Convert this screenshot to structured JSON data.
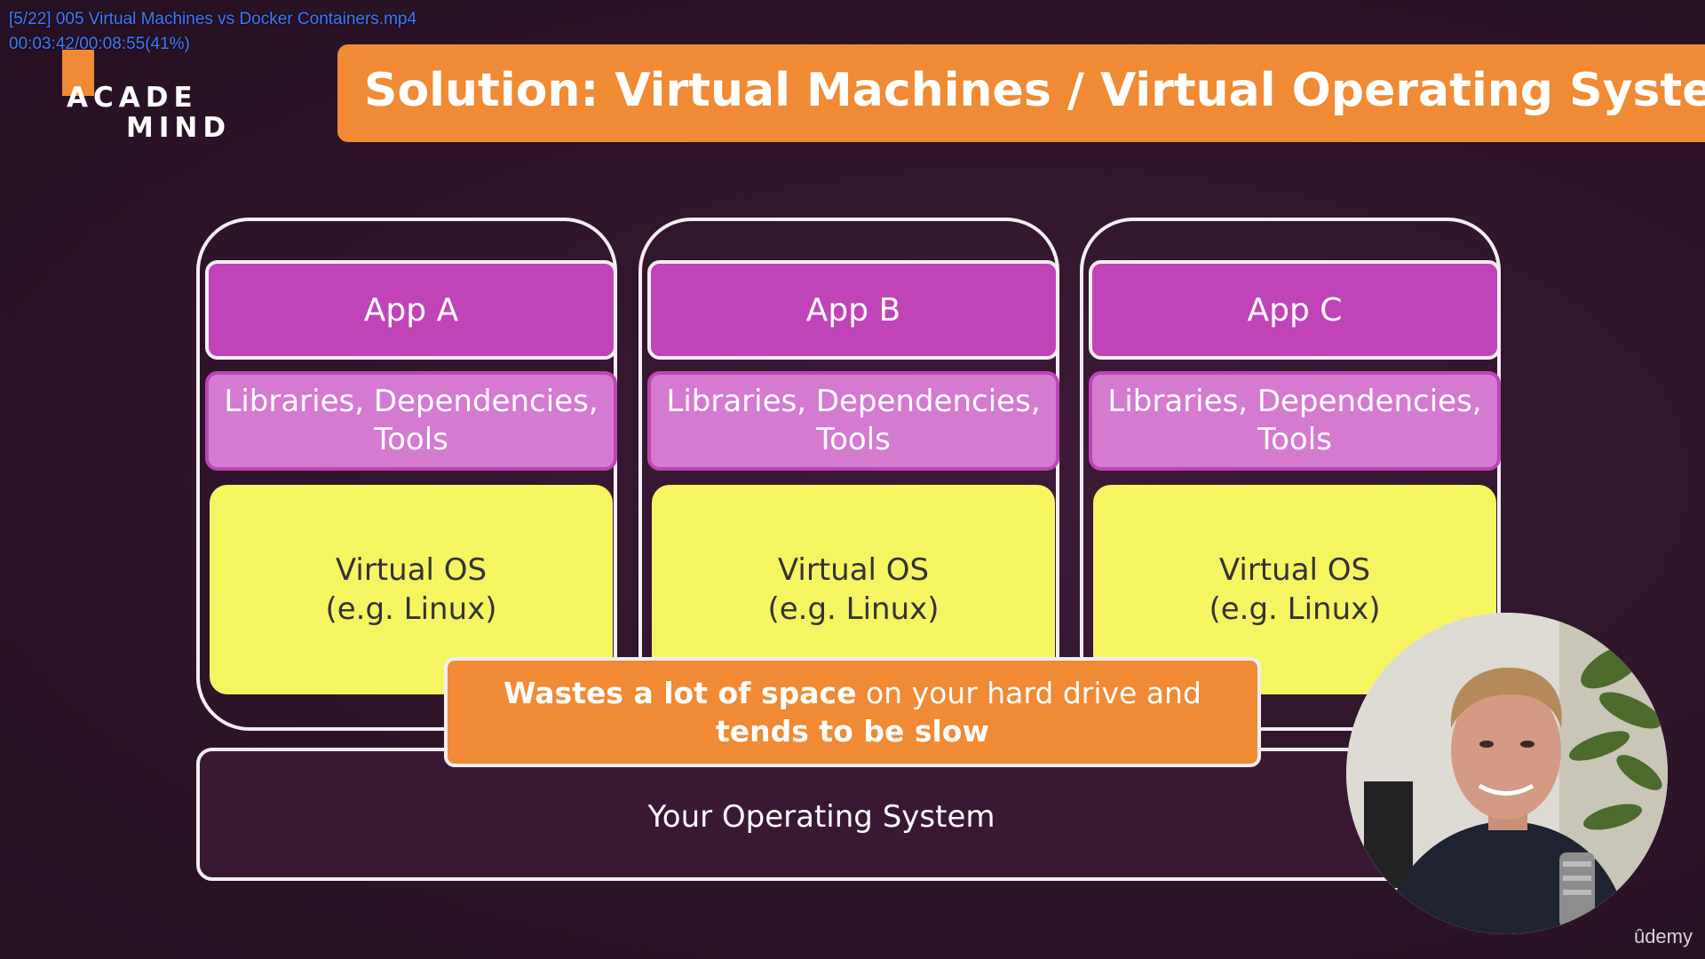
{
  "player": {
    "file_title": "[5/22] 005 Virtual Machines vs Docker Containers.mp4",
    "timecode": "00:03:42/00:08:55(41%)"
  },
  "logo": {
    "line1": "ACADE",
    "line2": "MIND"
  },
  "slide": {
    "title": "Solution: Virtual Machines / Virtual Operating Systems",
    "vms": [
      {
        "app": "App A",
        "libs": [
          "Libraries, Dependencies,",
          "Tools"
        ],
        "os": [
          "Virtual OS",
          "(e.g. Linux)"
        ]
      },
      {
        "app": "App B",
        "libs": [
          "Libraries, Dependencies,",
          "Tools"
        ],
        "os": [
          "Virtual OS",
          "(e.g. Linux)"
        ]
      },
      {
        "app": "App C",
        "libs": [
          "Libraries, Dependencies,",
          "Tools"
        ],
        "os": [
          "Virtual OS",
          "(e.g. Linux)"
        ]
      }
    ],
    "callout": {
      "bold1": "Wastes a lot of space",
      "normal1": " on your hard drive and ",
      "bold2": "tends to be slow"
    },
    "host_os": "Your Operating System"
  },
  "watermark": "ûdemy",
  "colors": {
    "background": "#2e1429",
    "accent_orange": "#f08a34",
    "app_purple": "#c044b8",
    "lib_pink": "#d57ad1",
    "os_yellow": "#f7f462"
  }
}
